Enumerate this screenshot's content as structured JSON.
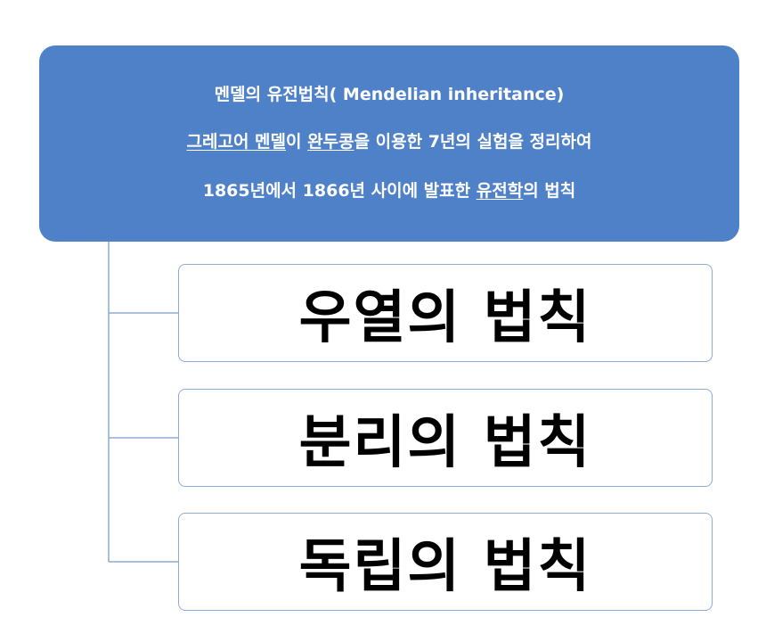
{
  "root": {
    "line1": "멘델의 유전법칙( Mendelian inheritance)",
    "line2_part1": "그레고어 멘델",
    "line2_part2": "이 ",
    "line2_part3": "완두콩",
    "line2_part4": "을 이용한 7년의 실험을 정리하여",
    "line3_part1": "1865년에서 1866년 사이에 발표한 ",
    "line3_part2": "유전학",
    "line3_part3": "의 법칙"
  },
  "children": [
    {
      "label": "우열의 법칙"
    },
    {
      "label": "분리의 법칙"
    },
    {
      "label": "독립의 법칙"
    }
  ],
  "colors": {
    "root_fill": "#4f81c8",
    "child_border": "#8eaad9",
    "connector": "#8eaad9"
  }
}
